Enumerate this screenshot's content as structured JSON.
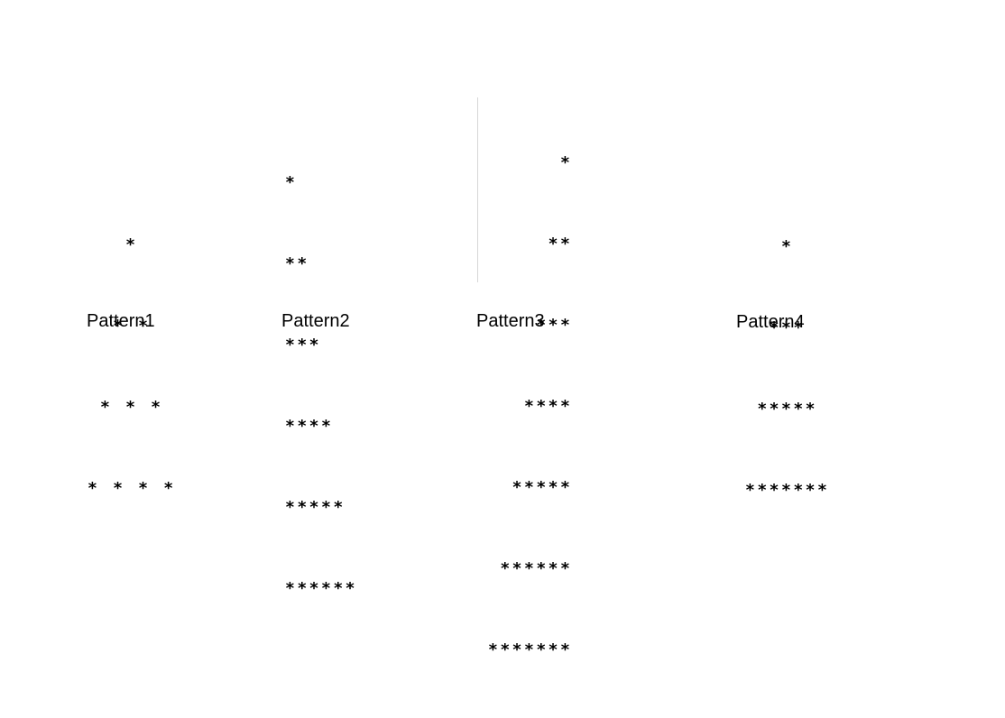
{
  "patterns": [
    {
      "caption": "Pattern1",
      "rows": [
        "   *",
        "  * *",
        " * * *",
        "* * * *"
      ]
    },
    {
      "caption": "Pattern2",
      "rows": [
        "*",
        "**",
        "***",
        "****",
        "*****",
        "******"
      ]
    },
    {
      "caption": "Pattern3",
      "rows": [
        "      *",
        "     **",
        "    ***",
        "   ****",
        "  *****",
        " ******",
        "*******"
      ]
    },
    {
      "caption": "Pattern4",
      "rows": [
        "   *",
        "  ***",
        " *****",
        "*******"
      ]
    }
  ],
  "colors": {
    "text": "#000000",
    "divider": "#d6d6d6",
    "background": "#ffffff"
  }
}
